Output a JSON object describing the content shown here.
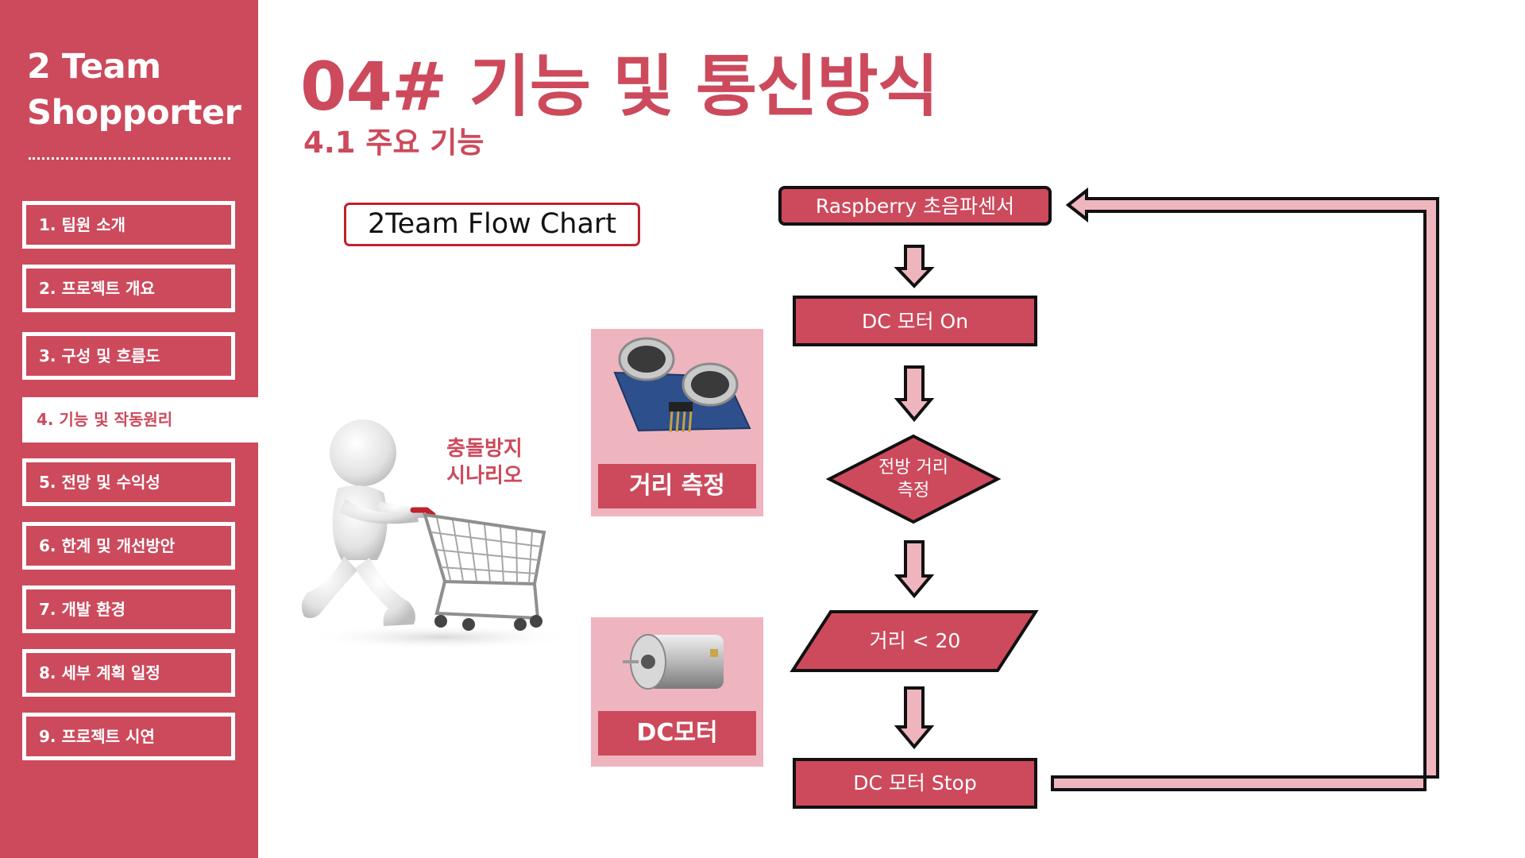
{
  "sidebar": {
    "brand_line1": "2 Team",
    "brand_line2": "Shopporter",
    "items": [
      {
        "label": "1. 팀원 소개"
      },
      {
        "label": "2. 프로젝트 개요"
      },
      {
        "label": "3. 구성 및 흐름도"
      },
      {
        "label": "4. 기능 및 작동원리",
        "active": true
      },
      {
        "label": "5. 전망 및 수익성"
      },
      {
        "label": "6. 한계 및 개선방안"
      },
      {
        "label": "7. 개발 환경"
      },
      {
        "label": "8. 세부 계획 일정"
      },
      {
        "label": "9. 프로젝트 시연"
      }
    ]
  },
  "header": {
    "title": "04# 기능 및 통신방식",
    "subtitle": "4.1 주요 기능"
  },
  "flow_label": "2Team Flow Chart",
  "scenario": {
    "line1": "충돌방지",
    "line2": "시나리오"
  },
  "parts": {
    "sensor_label": "거리 측정",
    "motor_label": "DC모터"
  },
  "flowchart": {
    "n1": "Raspberry 초음파센서",
    "n2": "DC 모터 On",
    "n3_line1": "전방 거리",
    "n3_line2": "측정",
    "n4": "거리 < 20",
    "n5": "DC 모터 Stop"
  },
  "colors": {
    "accent": "#cc4a5c",
    "card_bg": "#eeb5bf",
    "arrow_fill": "#eeb5bf",
    "outline": "#111111"
  }
}
